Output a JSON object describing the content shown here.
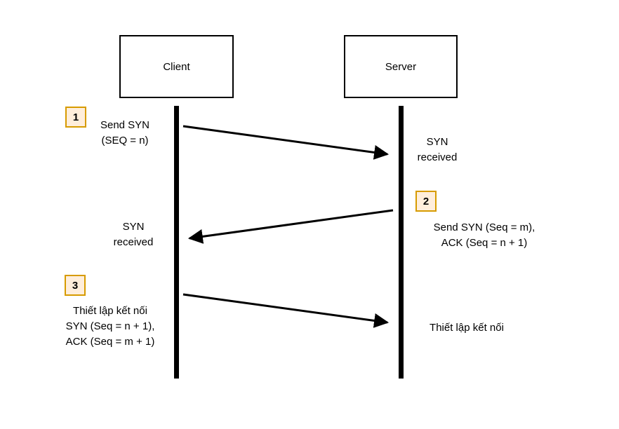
{
  "diagram": {
    "type": "sequence",
    "topic": "TCP three-way handshake",
    "nodes": {
      "client": {
        "label": "Client"
      },
      "server": {
        "label": "Server"
      }
    },
    "step1": {
      "badge": "1",
      "direction": "client-to-server",
      "sender_label": [
        "Send SYN",
        "(SEQ = n)"
      ],
      "receiver_label": [
        "SYN",
        "received"
      ]
    },
    "step2": {
      "badge": "2",
      "direction": "server-to-client",
      "sender_label": [
        "Send SYN (Seq = m),",
        "ACK (Seq = n + 1)"
      ],
      "receiver_label": [
        "SYN",
        "received"
      ]
    },
    "step3": {
      "badge": "3",
      "direction": "client-to-server",
      "sender_label": [
        "Thiết lập kết nối",
        "SYN (Seq = n + 1),",
        "ACK (Seq = m + 1)"
      ],
      "receiver_label": [
        "Thiết lập kết nối"
      ]
    },
    "colors": {
      "badge_fill": "#FFEEDB",
      "badge_border": "#D79B00",
      "line_color": "#000000",
      "background": "#FFFFFF"
    }
  }
}
